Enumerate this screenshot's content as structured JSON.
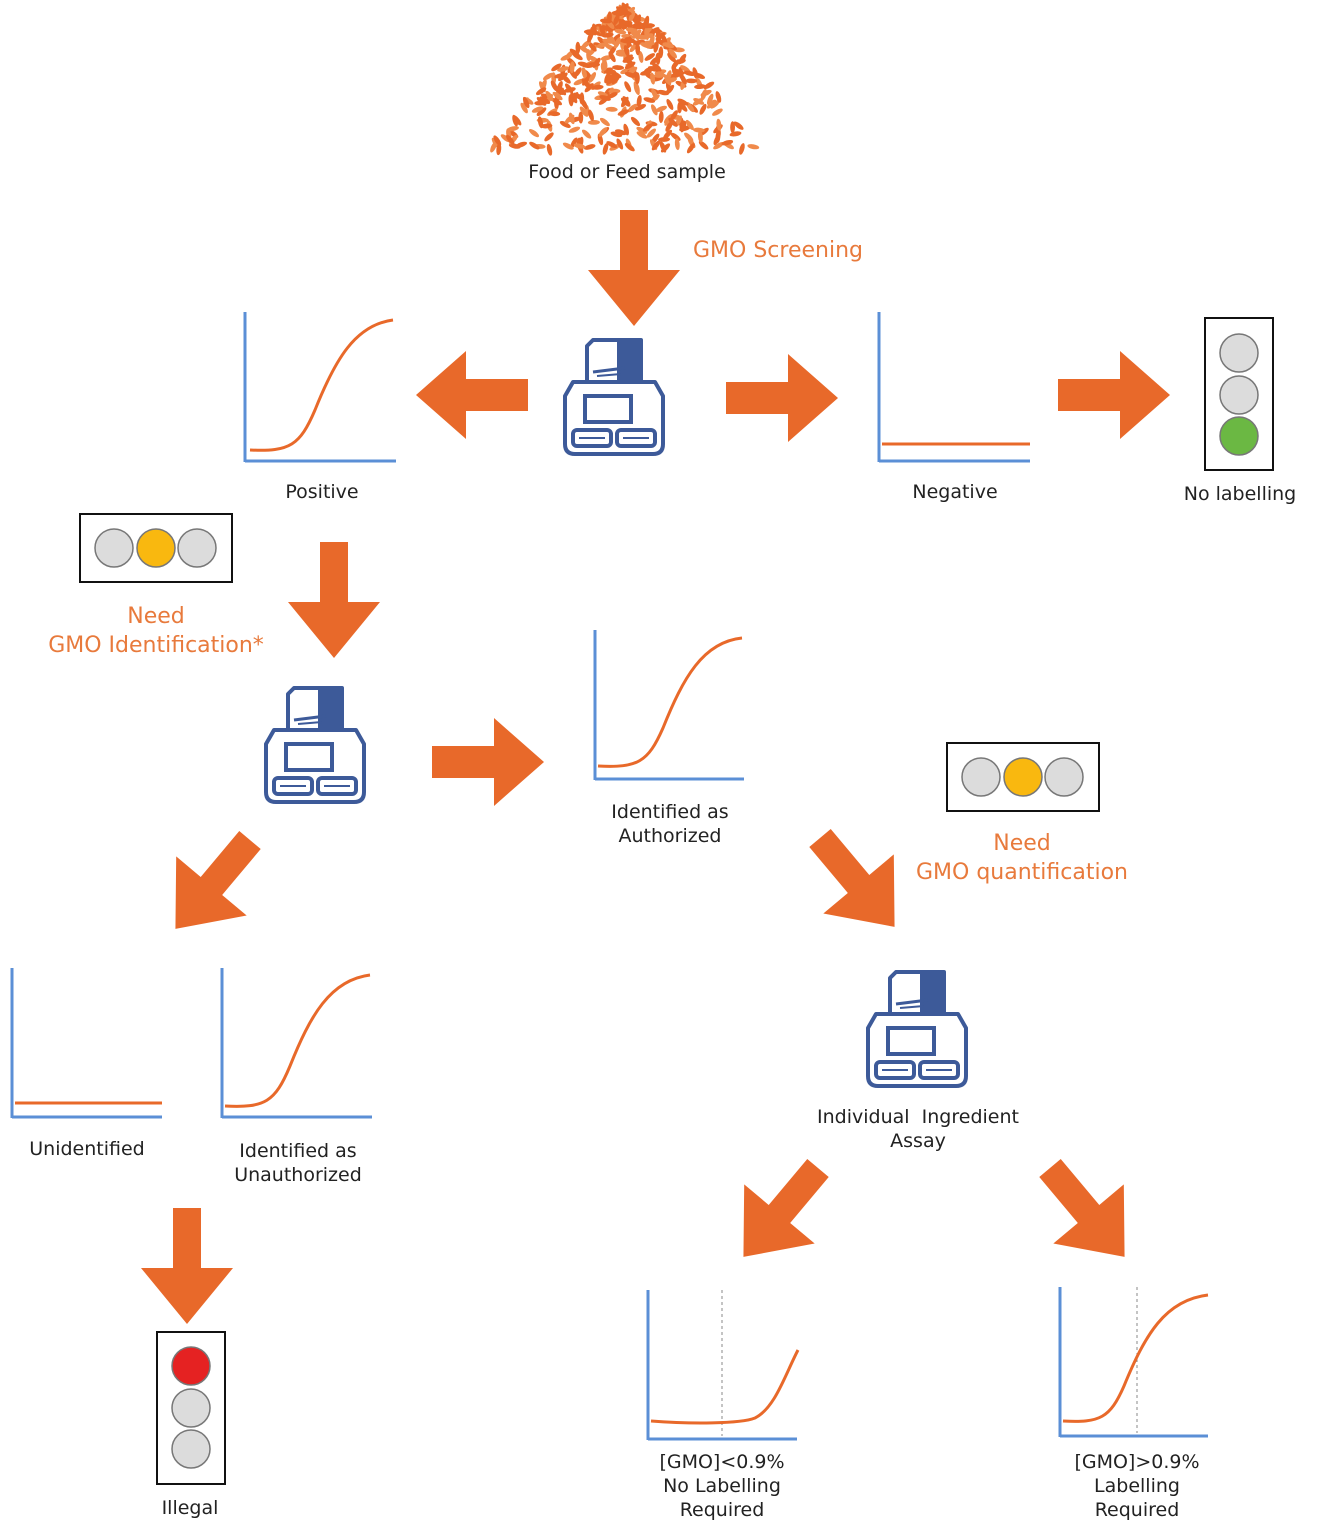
{
  "colors": {
    "orange": "#e8692a",
    "orange_text": "#e87a3c",
    "axis_blue": "#5b8fd6",
    "curve_orange": "#e8692a",
    "machine_blue": "#3d5a99",
    "light_grey": "#dcdcdc",
    "amber": "#f9b80f",
    "green": "#6bb843",
    "red": "#e52222"
  },
  "labels": {
    "sample": "Food or Feed sample",
    "screening": "GMO Screening",
    "positive": "Positive",
    "negative": "Negative",
    "no_labelling": "No labelling",
    "need_identification": [
      "Need",
      "GMO Identification*"
    ],
    "identified_authorized": [
      "Identified as",
      "Authorized"
    ],
    "need_quantification": [
      "Need",
      "GMO quantification"
    ],
    "unidentified": "Unidentified",
    "identified_unauthorized": [
      "Identified as",
      "Unauthorized"
    ],
    "individual_assay": [
      "Individual  Ingredient",
      "Assay"
    ],
    "illegal": "Illegal",
    "below_threshold": [
      "[GMO]<0.9%",
      "No Labelling",
      "Required"
    ],
    "above_threshold": [
      "[GMO]>0.9%",
      "Labelling",
      "Required"
    ]
  },
  "icons": {
    "sample": "grain-pile-icon",
    "machine": "pcr-machine-icon",
    "traffic_light": "traffic-light-icon",
    "arrow": "arrow-icon",
    "curve": "amplification-curve-icon"
  },
  "traffic_lights": {
    "no_labelling": [
      "off",
      "off",
      "green"
    ],
    "need_identification": [
      "off",
      "amber",
      "off"
    ],
    "need_quantification": [
      "off",
      "amber",
      "off"
    ],
    "illegal": [
      "red",
      "off",
      "off"
    ]
  }
}
